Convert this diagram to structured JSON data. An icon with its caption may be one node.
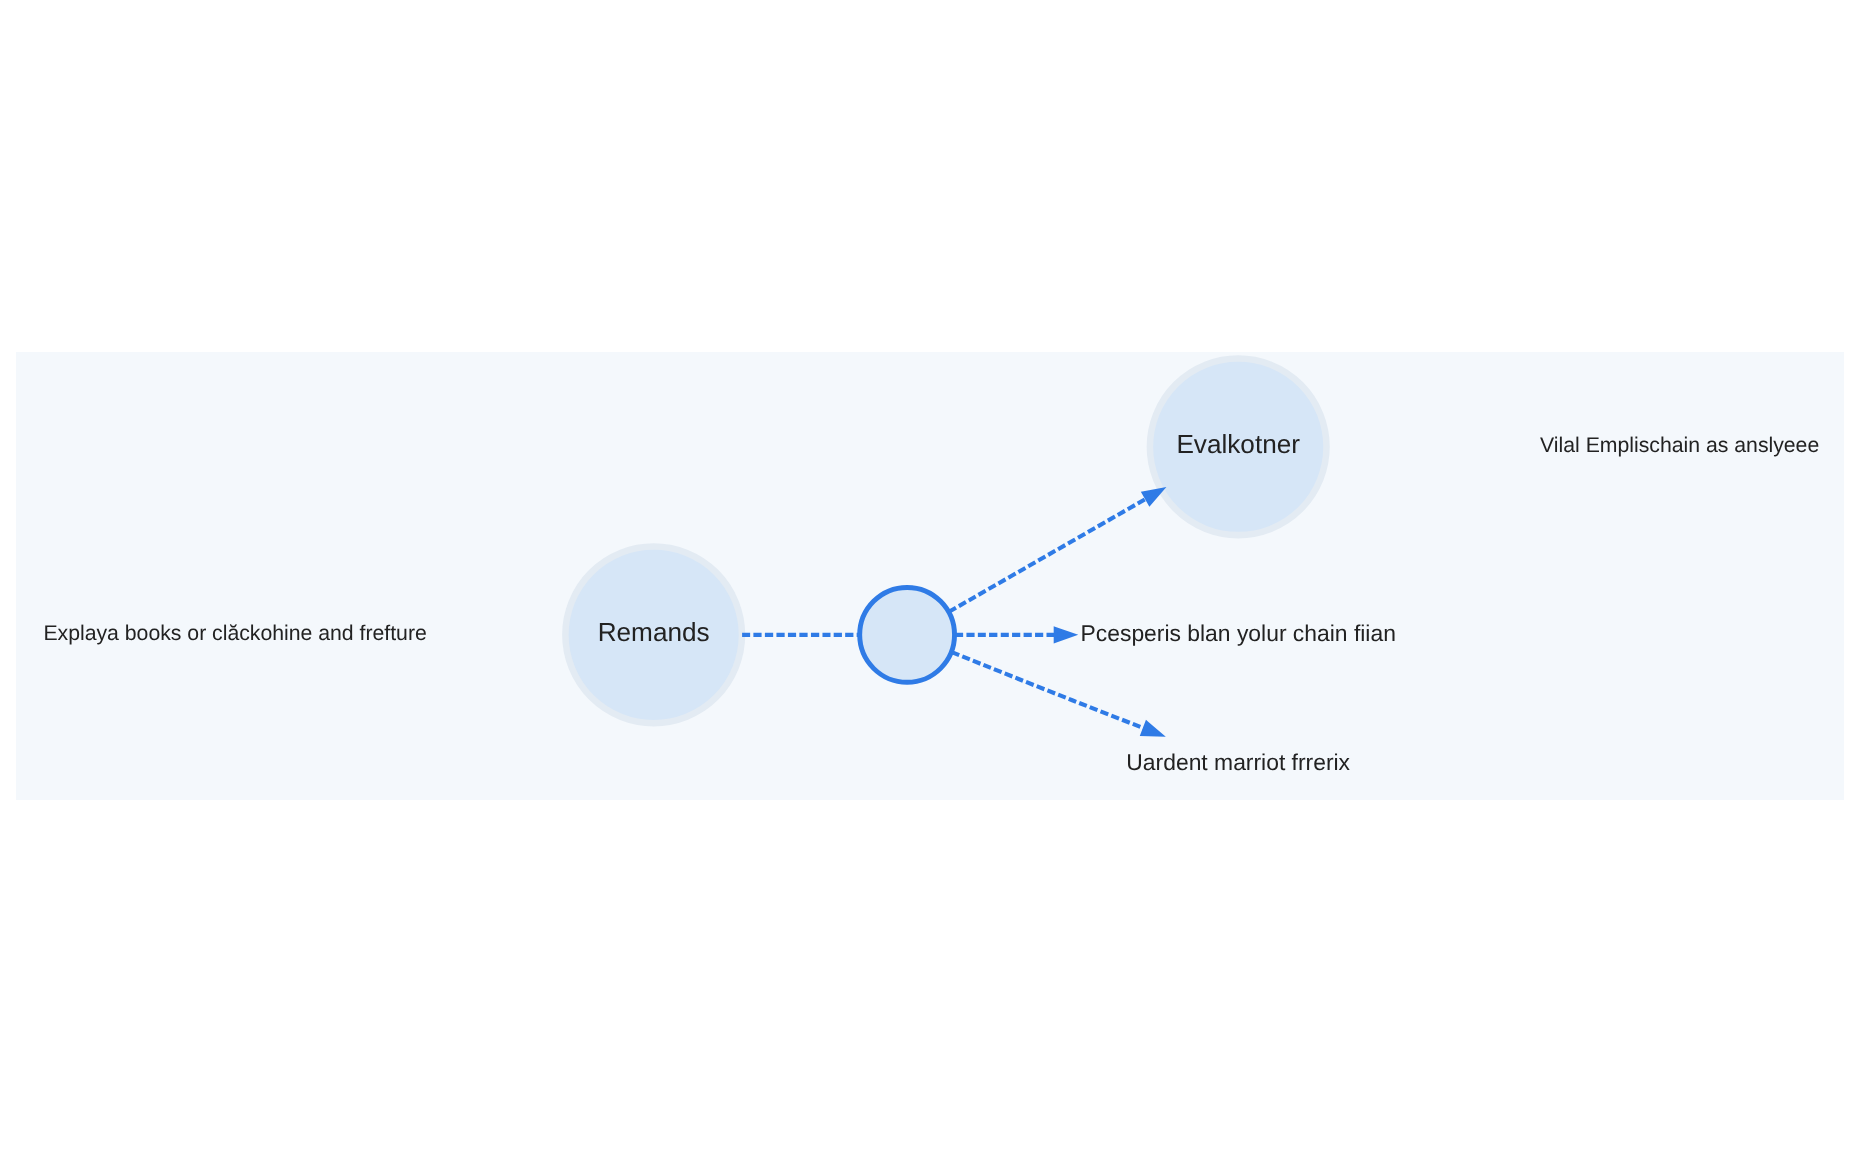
{
  "diagram": {
    "nodes": [
      {
        "text": [
          "Remands"
        ]
      },
      {
        "text": [],
        "shape": "circle"
      },
      {
        "text": [
          "Evalkotner"
        ]
      },
      {
        "text": [
          "Pcesperis blan yolur chain fiian"
        ]
      },
      {
        "text": [
          "Uardent marriot frrerix"
        ]
      }
    ],
    "edges": [
      {
        "from": 0,
        "to": 1,
        "arrow": "none",
        "style": "dashed"
      },
      {
        "from": 1,
        "to": 2,
        "arrow": "to",
        "style": "dashed"
      },
      {
        "from": 1,
        "to": 3,
        "arrow": "to",
        "style": "dashed"
      },
      {
        "from": 1,
        "to": 4,
        "arrow": "to",
        "style": "dashed"
      }
    ],
    "labels": [
      "Explaya books or clăckohine and frefture",
      "Vilal Emplischain as anslyeee"
    ]
  }
}
